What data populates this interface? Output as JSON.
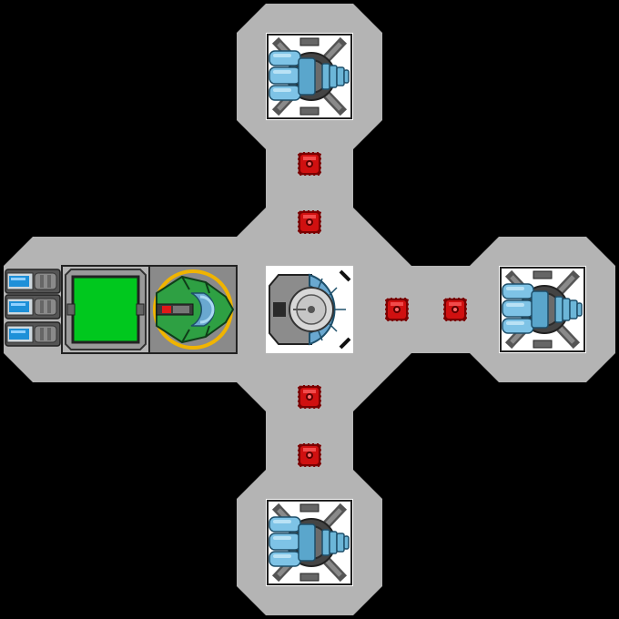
{
  "scene": {
    "background": "#000000",
    "hull_color": "#b4b4b4",
    "panel_color": "#ffffff"
  },
  "blocks": [
    {
      "kind": "thruster",
      "icon": "thruster-icon",
      "facing": "up"
    },
    {
      "kind": "thruster",
      "icon": "thruster-icon",
      "facing": "right"
    },
    {
      "kind": "thruster",
      "icon": "thruster-icon",
      "facing": "down"
    },
    {
      "kind": "core",
      "icon": "core-reactor-icon"
    },
    {
      "kind": "battery-bank",
      "icon": "battery-icon",
      "cells": 3,
      "cell_color": "#1e90d8"
    },
    {
      "kind": "shield-generator",
      "icon": "shield-generator-icon",
      "fill_color": "#00c81e"
    },
    {
      "kind": "cockpit",
      "icon": "cockpit-icon",
      "hull_color": "#2ea043",
      "ring_color": "#f0b400"
    }
  ],
  "connectors": {
    "count": 6,
    "icon": "connector-node-icon",
    "color": "#d01010"
  }
}
